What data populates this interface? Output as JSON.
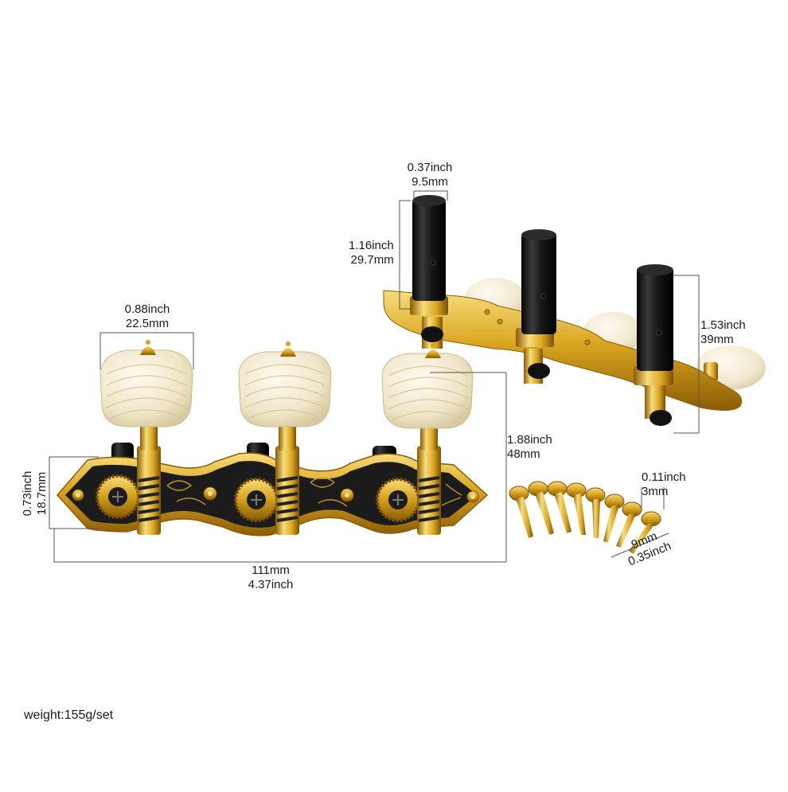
{
  "photo": {
    "colors": {
      "gold": "#d9a520",
      "gold_dark": "#9a6a08",
      "gold_light": "#f7dd7a",
      "plate_black": "#1b1b1b",
      "knob_cream": "#f3ecd2",
      "ebony": "#141414",
      "dim_line": "#555555"
    },
    "dimensions": {
      "front_knob_width_in": "0.88inch",
      "front_knob_width_mm": "22.5mm",
      "front_height_in": "1.88inch",
      "front_height_mm": "48mm",
      "front_plate_height_in": "0.73inch",
      "front_plate_height_mm": "18.7mm",
      "front_length_mm": "111mm",
      "front_length_in": "4.37inch",
      "roller_diameter_in": "0.37inch",
      "roller_diameter_mm": "9.5mm",
      "roller_length_in": "1.16inch",
      "roller_length_mm": "29.7mm",
      "back_height_in": "1.53inch",
      "back_height_mm": "39mm",
      "screw_diameter_in": "0.11inch",
      "screw_diameter_mm": "3mm",
      "screw_length_mm": "9mm",
      "screw_length_in": "0.35inch"
    },
    "weight": "weight:155g/set"
  }
}
